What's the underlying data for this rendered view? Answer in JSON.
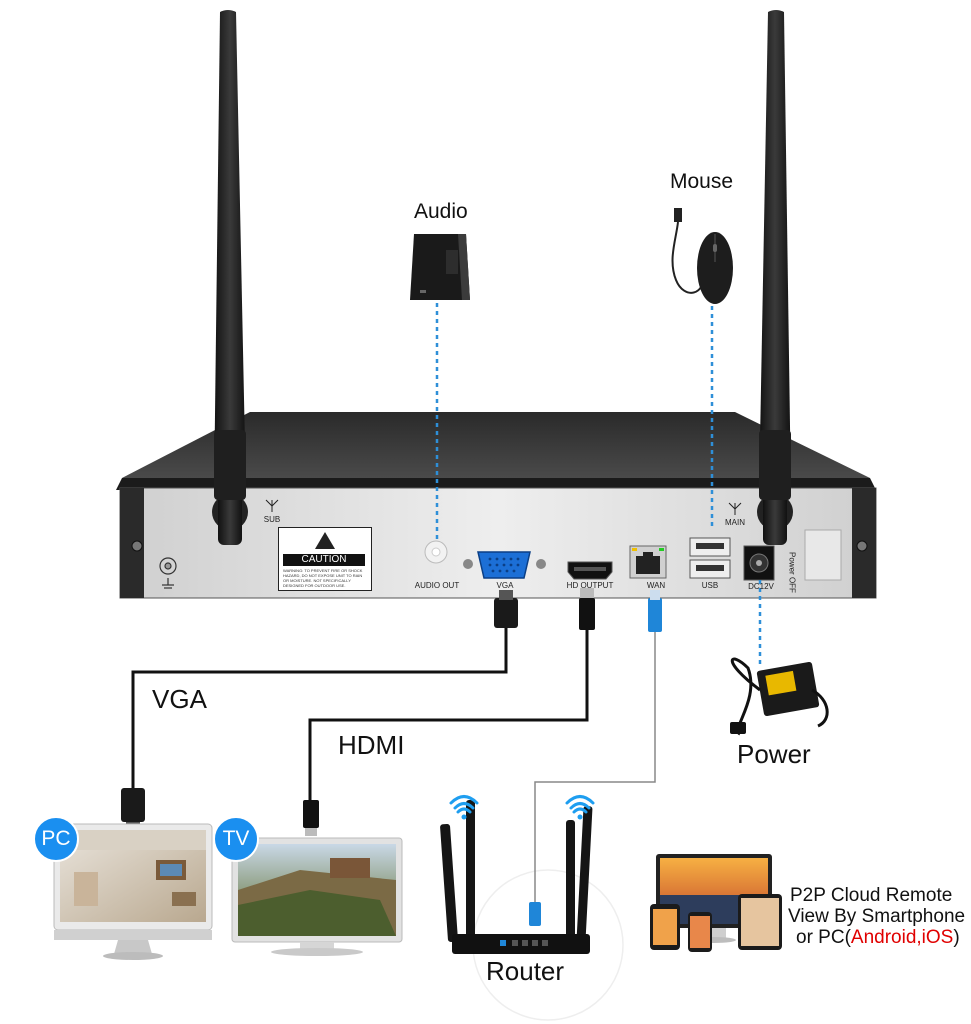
{
  "labels": {
    "audio": "Audio",
    "mouse": "Mouse",
    "vga": "VGA",
    "hdmi": "HDMI",
    "power": "Power",
    "router": "Router",
    "pc_badge": "PC",
    "tv_badge": "TV"
  },
  "ports": {
    "sub": "SUB",
    "main": "MAIN",
    "audio_out": "AUDIO OUT",
    "vga": "VGA",
    "hd_output": "HD OUTPUT",
    "wan": "WAN",
    "usb": "USB",
    "dc12v": "DC12V",
    "power_off": "Power OFF"
  },
  "caution": {
    "title": "CAUTION",
    "text": "WARNING: TO PREVENT FIRE OR SHOCK HAZARD, DO NOT EXPOSE UNIT TO RAIN OR MOISTURE. NOT SPECIFICALLY DESIGNED FOR OUTDOOR USE."
  },
  "p2p": {
    "line1": "P2P Cloud Remote",
    "line2": "View By Smartphone",
    "line3_prefix": "or PC(",
    "line3_highlight": "Android,iOS",
    "line3_suffix": ")"
  },
  "colors": {
    "dash": "#2e8fd8",
    "badge": "#1a8ff0",
    "highlight": "#e00000",
    "nvr_top": "#3a3a3a",
    "nvr_panel": "#dcdcdc"
  }
}
